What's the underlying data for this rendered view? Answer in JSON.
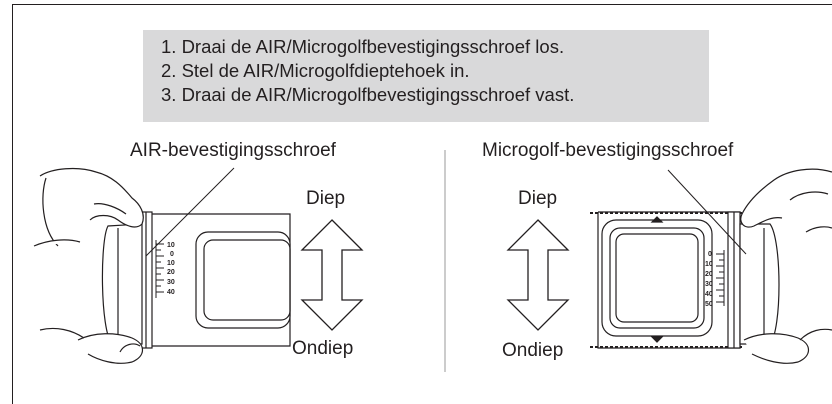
{
  "instructions": {
    "steps": [
      "1. Draai de AIR/Microgolfbevestigingsschroef los.",
      "2. Stel de AIR/Microgolfdieptehoek in.",
      "3. Draai de AIR/Microgolfbevestigingsschroef vast."
    ]
  },
  "left_panel": {
    "title": "AIR-bevestigingsschroef",
    "deep_label": "Diep",
    "shallow_label": "Ondiep",
    "scale_marks": [
      "10",
      "0",
      "10",
      "20",
      "30",
      "40"
    ]
  },
  "right_panel": {
    "title": "Microgolf-bevestigingsschroef",
    "deep_label": "Diep",
    "shallow_label": "Ondiep",
    "scale_marks": [
      "0",
      "10",
      "20",
      "30",
      "40",
      "50"
    ]
  }
}
